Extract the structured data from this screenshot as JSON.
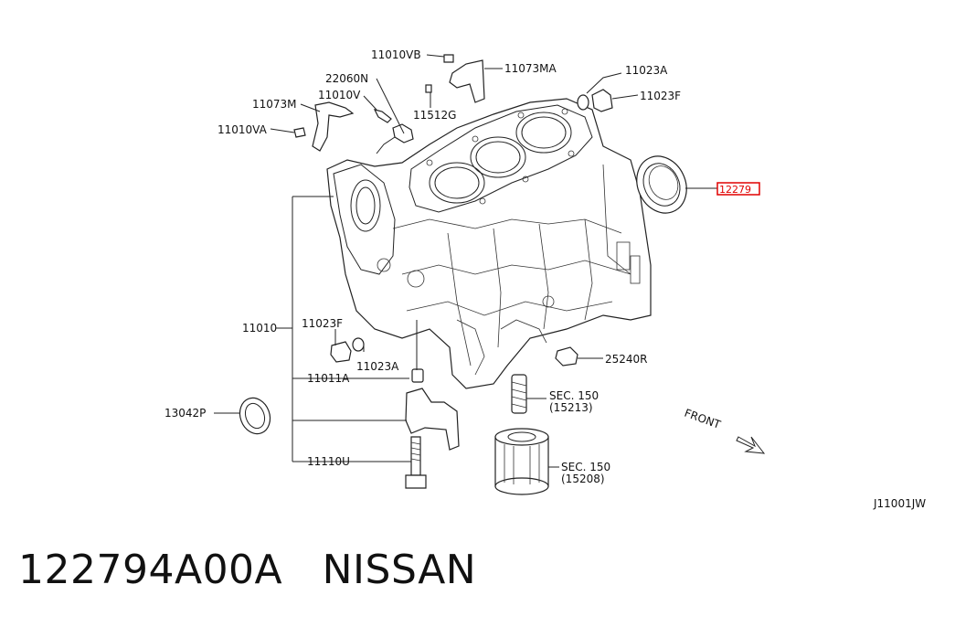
{
  "diagram": {
    "callouts": {
      "c11010VB": "11010VB",
      "c11073MA": "11073MA",
      "c22060N": "22060N",
      "c11010V": "11010V",
      "c11073M": "11073M",
      "c11512G": "11512G",
      "c11010VA": "11010VA",
      "c11023A_top": "11023A",
      "c11023F_top": "11023F",
      "c12279": "12279",
      "c11010": "11010",
      "c11023F_mid": "11023F",
      "c11023A_mid": "11023A",
      "c11011A": "11011A",
      "c13042P": "13042P",
      "c11110U": "11110U",
      "c25240R": "25240R",
      "c_sec150_a": "SEC. 150",
      "c_sec150_a_ref": "(15213)",
      "c_sec150_b": "SEC. 150",
      "c_sec150_b_ref": "(15208)",
      "front": "FRONT",
      "drawing_code": "J11001JW"
    },
    "highlight_color": "#e00000"
  },
  "caption": {
    "part_number": "122794A00A",
    "brand": "NISSAN"
  }
}
